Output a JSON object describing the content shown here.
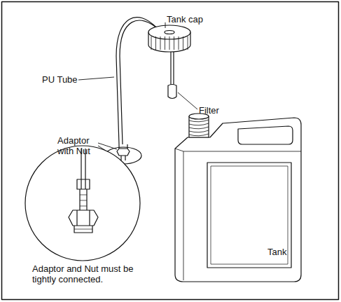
{
  "diagram": {
    "labels": [
      "Tank cap",
      "PU Tube",
      "Filter",
      "Adaptor with Nut",
      "Adaptor and Nut must be tightly connected.",
      "Tank"
    ]
  }
}
